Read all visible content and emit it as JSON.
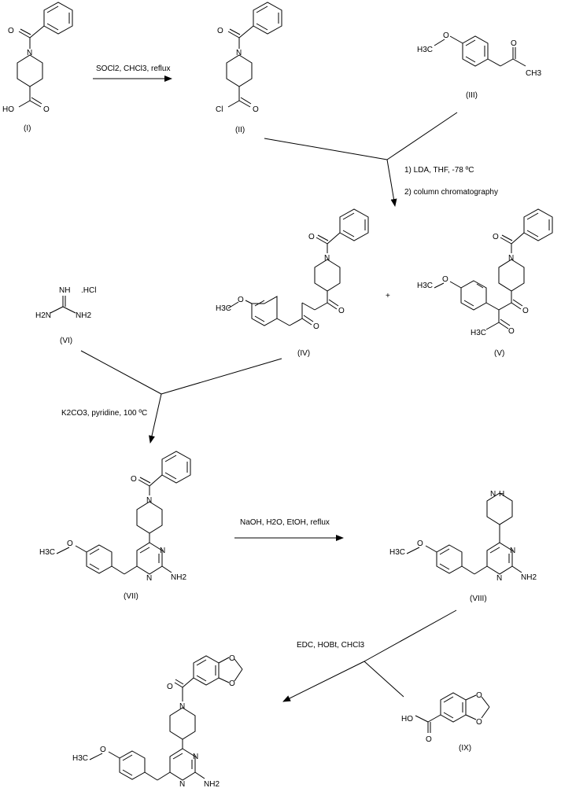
{
  "compounds": {
    "I": {
      "label": "(I)",
      "groups": {
        "acid": "HO",
        "acid_o": "O",
        "amide_o": "O",
        "ring_n": "N"
      }
    },
    "II": {
      "label": "(II)",
      "groups": {
        "cl": "Cl",
        "acyl_o": "O",
        "amide_o": "O",
        "ring_n": "N"
      }
    },
    "III": {
      "label": "(III)",
      "groups": {
        "methoxy": "H3C",
        "o": "O",
        "ketone_o": "O",
        "methyl": "CH3"
      }
    },
    "IV": {
      "label": "(IV)",
      "groups": {
        "methoxy": "H3C",
        "o": "O",
        "o1": "O",
        "o2": "O",
        "amide_o": "O",
        "ring_n": "N"
      }
    },
    "V": {
      "label": "(V)",
      "groups": {
        "methoxy": "H3C",
        "o": "O",
        "o1": "O",
        "o2": "O",
        "methyl": "H3C",
        "amide_o": "O",
        "ring_n": "N"
      }
    },
    "VI": {
      "label": "(VI)",
      "groups": {
        "nh": "NH",
        "hcl": ".HCl",
        "nh2_left": "H2N",
        "nh2_right": "NH2"
      }
    },
    "VII": {
      "label": "(VII)",
      "groups": {
        "methoxy": "H3C",
        "o": "O",
        "amide_o": "O",
        "ring_n": "N",
        "pyr_n1": "N",
        "pyr_n2": "N",
        "nh2": "NH2"
      }
    },
    "VIII": {
      "label": "(VIII)",
      "groups": {
        "methoxy": "H3C",
        "o": "O",
        "nh": "N",
        "h": "H",
        "pyr_n1": "N",
        "pyr_n2": "N",
        "nh2": "NH2"
      }
    },
    "IX": {
      "label": "(IX)",
      "groups": {
        "ho": "HO",
        "acid_o": "O",
        "diox_o1": "O",
        "diox_o2": "O"
      }
    },
    "product": {
      "label": "",
      "groups": {
        "methoxy": "H3C",
        "o": "O",
        "amide_o": "O",
        "ring_n": "N",
        "pyr_n1": "N",
        "pyr_n2": "N",
        "nh2": "NH2",
        "diox_o1": "O",
        "diox_o2": "O"
      }
    }
  },
  "conditions": {
    "step1": "SOCl2, CHCl3, reflux",
    "step2a": "1) LDA, THF, -78 ºC",
    "step2b": "2) column chromatography",
    "plus": "+",
    "step3": "K2CO3, pyridine, 100 ºC",
    "step4": "NaOH, H2O, EtOH, reflux",
    "step5": "EDC, HOBt, CHCl3"
  }
}
